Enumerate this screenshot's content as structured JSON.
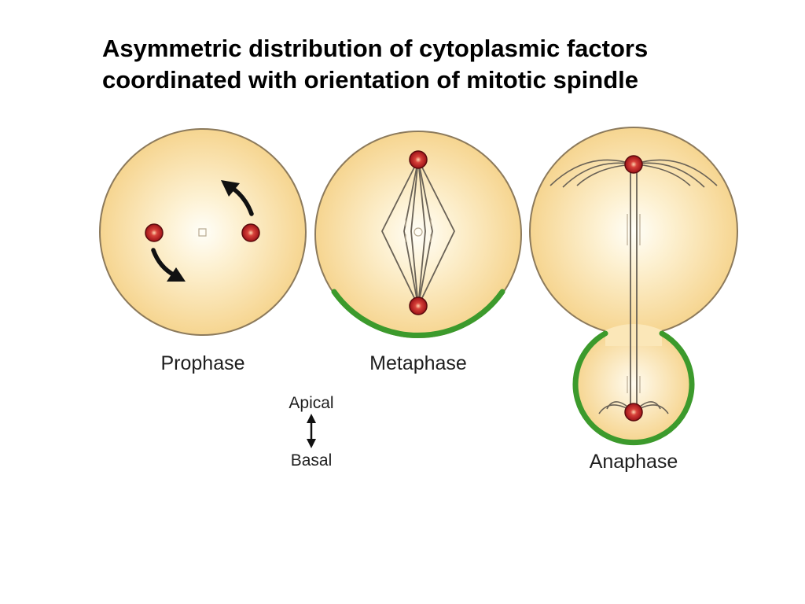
{
  "title": {
    "line1": "Asymmetric distribution of cytoplasmic factors",
    "line2": "coordinated with orientation of mitotic spindle"
  },
  "stages": {
    "prophase": "Prophase",
    "metaphase": "Metaphase",
    "anaphase": "Anaphase"
  },
  "axis": {
    "top": "Apical",
    "bottom": "Basal"
  },
  "colors": {
    "cytoplasm_center": "#fffdf4",
    "cytoplasm_edge": "#f7d794",
    "membrane": "#8c7a5c",
    "basal_crescent": "#3c9a2c",
    "centrosome": "#a3161a",
    "spindle": "#6a6256"
  }
}
